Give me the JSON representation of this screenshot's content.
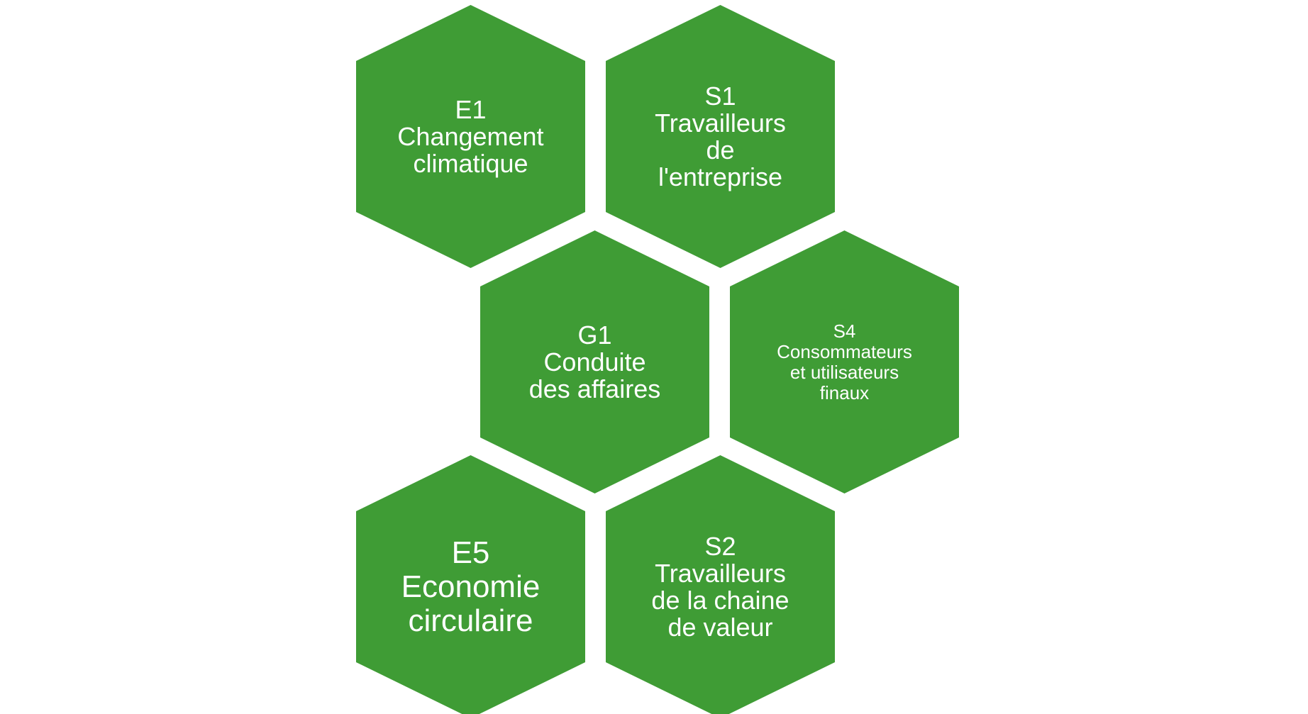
{
  "colors": {
    "hex_fill": "#3f9c35",
    "text": "#ffffff",
    "background": "#ffffff"
  },
  "hexagons": [
    {
      "id": "e1",
      "lines": [
        "E1",
        "Changement",
        "climatique"
      ]
    },
    {
      "id": "s1",
      "lines": [
        "S1",
        "Travailleurs",
        "de",
        "l'entreprise"
      ]
    },
    {
      "id": "g1",
      "lines": [
        "G1",
        "Conduite",
        "des affaires"
      ]
    },
    {
      "id": "s4",
      "lines": [
        "S4",
        "Consommateurs",
        "et utilisateurs",
        "finaux"
      ]
    },
    {
      "id": "e5",
      "lines": [
        "E5",
        "Economie",
        "circulaire"
      ]
    },
    {
      "id": "s2",
      "lines": [
        "S2",
        "Travailleurs",
        "de la chaine",
        "de valeur"
      ]
    }
  ]
}
